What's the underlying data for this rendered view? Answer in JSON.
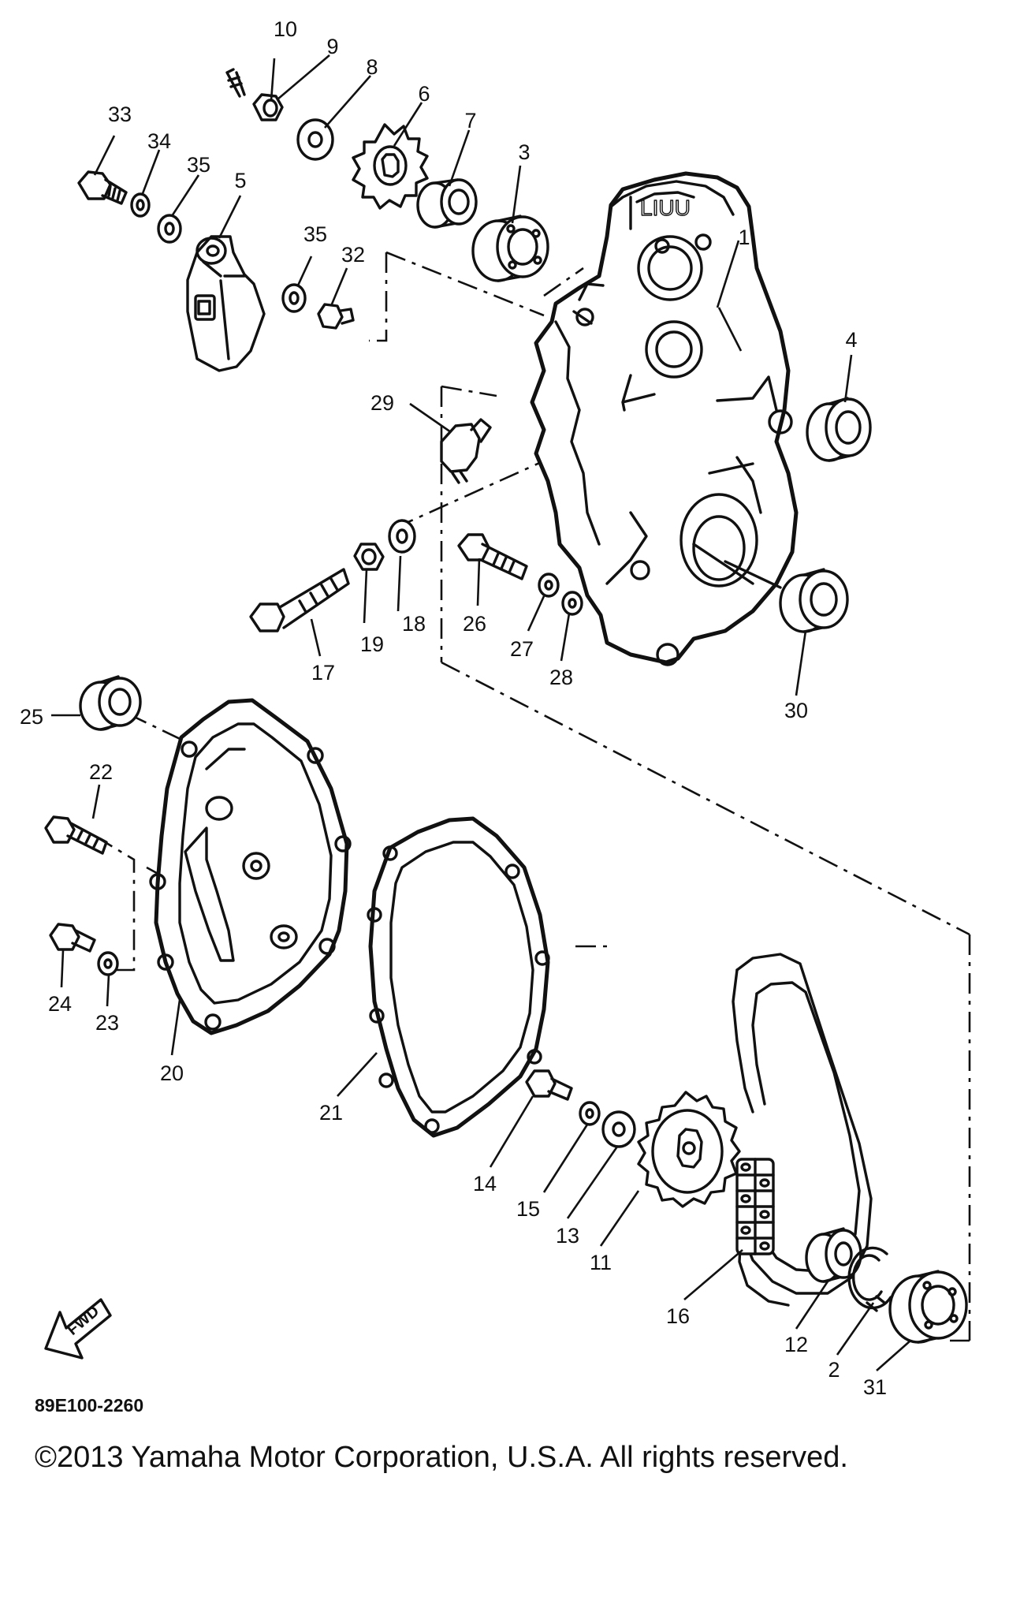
{
  "diagram": {
    "part_numbers": [
      "1",
      "2",
      "3",
      "4",
      "5",
      "6",
      "7",
      "8",
      "9",
      "10",
      "11",
      "12",
      "13",
      "14",
      "15",
      "16",
      "17",
      "18",
      "19",
      "20",
      "21",
      "22",
      "23",
      "24",
      "25",
      "26",
      "27",
      "28",
      "29",
      "30",
      "31",
      "32",
      "33",
      "34",
      "35"
    ],
    "repeated_label": "35",
    "fwd_label": "FWD",
    "drawing_code": "89E100-2260",
    "copyright": "©2013 Yamaha Motor Corporation, U.S.A. All rights reserved."
  }
}
